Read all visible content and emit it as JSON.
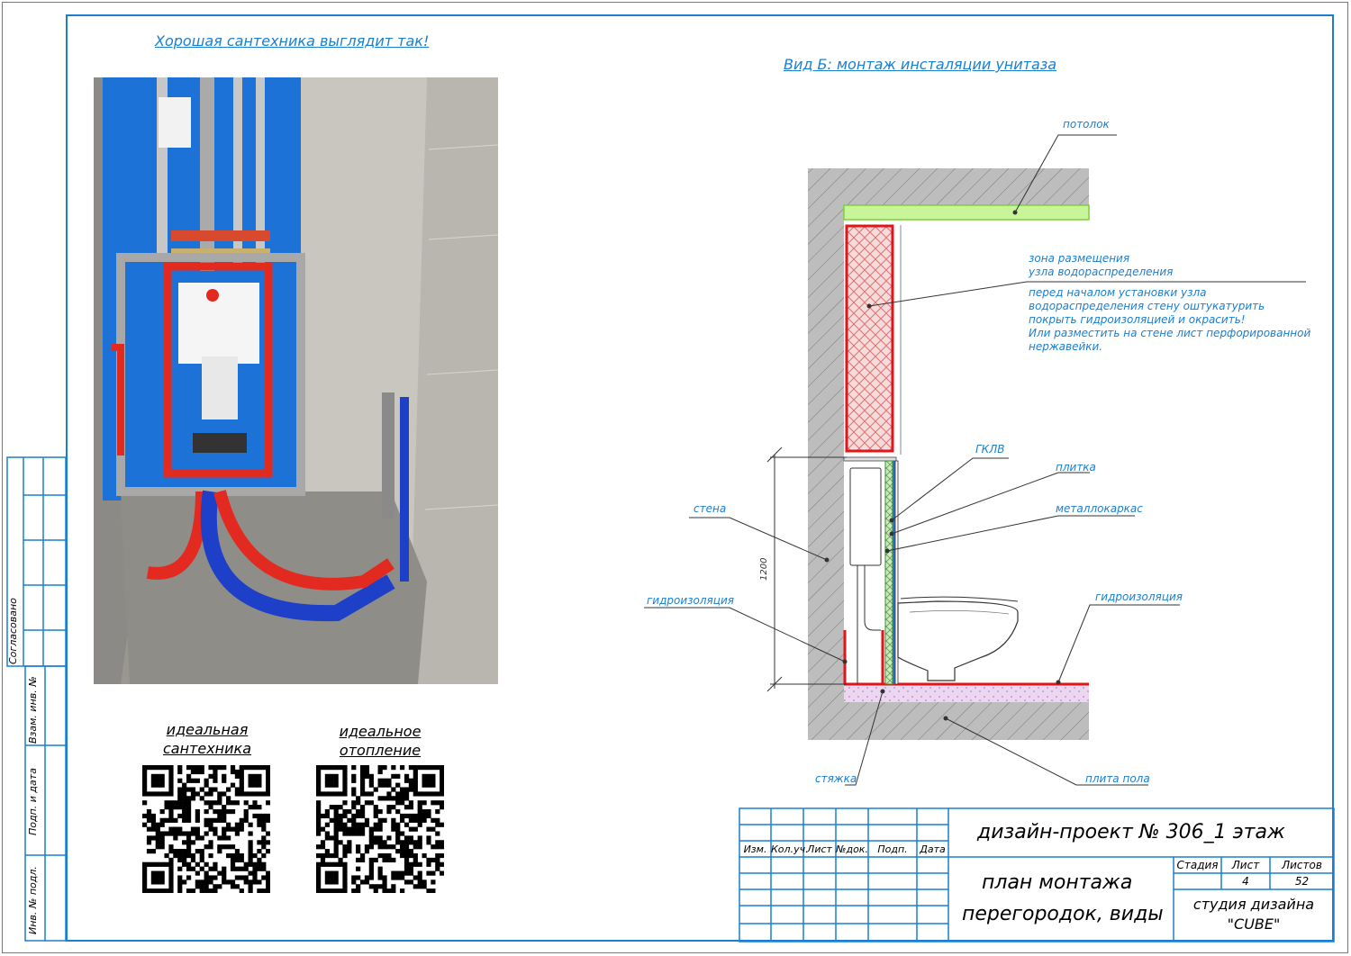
{
  "photo_header": "Хорошая сантехника выглядит так!",
  "view_header": "Вид Б: монтаж инсталяции унитаза",
  "qr": [
    {
      "line1": "идеальная",
      "line2": "сантехника"
    },
    {
      "line1": "идеальное",
      "line2": "отопление"
    }
  ],
  "labels": {
    "ceiling": "потолок",
    "zone_line1": "зона размещения",
    "zone_line2": "узла водораспределения",
    "note_lines": [
      "перед началом установки узла",
      "водораспределения стену оштукатурить",
      "покрыть гидроизоляцией и окрасить!",
      "Или разместить на стене лист перфорированной",
      "нержавейки."
    ],
    "gklv": "ГКЛВ",
    "tile": "плитка",
    "wall": "стена",
    "metal_frame": "металлокаркас",
    "waterproof_left": "гидроизоляция",
    "waterproof_right": "гидроизоляция",
    "screed": "стяжка",
    "floor_slab": "плита пола",
    "dimension": "1200"
  },
  "side_stamp": {
    "agreed": "Согласовано",
    "swap_inv": "Взам. инв. №",
    "sign_date": "Подп. и дата",
    "inv_orig": "Инв. № подл."
  },
  "title_block": {
    "columns": [
      "Изм.",
      "Кол.уч.",
      "Лист",
      "№док.",
      "Подп.",
      "Дата"
    ],
    "project": "дизайн-проект № 306_1 этаж",
    "sheet_title_line1": "план монтажа",
    "sheet_title_line2": "перегородок, виды",
    "stage_label": "Стадия",
    "sheet_label": "Лист",
    "sheets_label": "Листов",
    "stage_value": "",
    "sheet_value": "4",
    "sheets_value": "52",
    "studio_line1": "студия дизайна",
    "studio_line2": "\"CUBE\""
  },
  "colors": {
    "accent": "#1a7fd1",
    "wall_fill": "#bdbdbd",
    "zone": "#e0161b",
    "ceiling_strip": "#c8f59a",
    "screed": "#e9d3f0"
  }
}
